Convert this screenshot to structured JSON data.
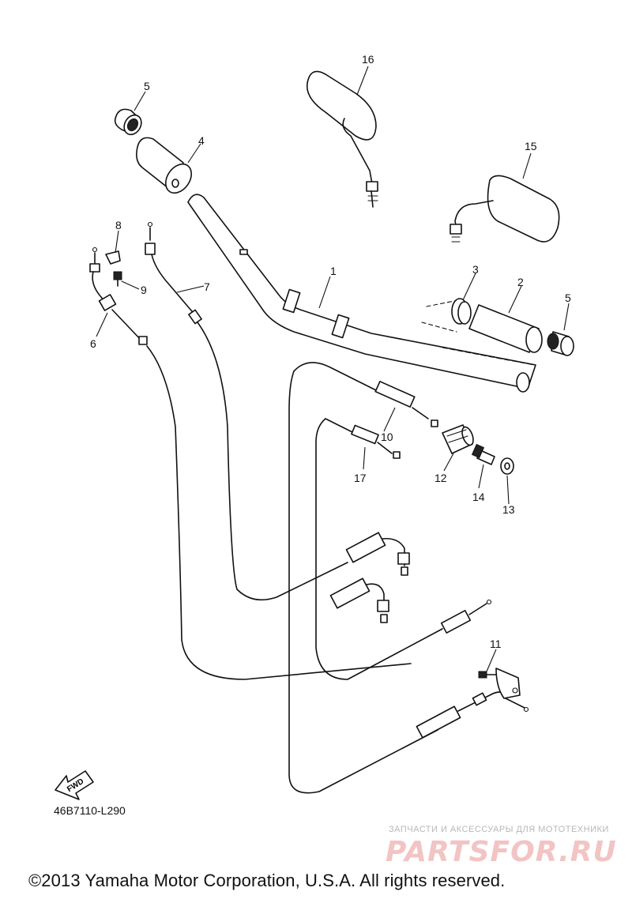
{
  "diagram": {
    "callouts": [
      "1",
      "2",
      "3",
      "4",
      "5",
      "5",
      "6",
      "7",
      "8",
      "9",
      "10",
      "11",
      "12",
      "13",
      "14",
      "15",
      "16",
      "17"
    ],
    "direction_badge": "FWD",
    "drawing_code": "46B7110-L290",
    "copyright": "©2013 Yamaha Motor Corporation, U.S.A. All rights reserved."
  },
  "watermark": {
    "tagline": "ЗАПЧАСТИ И АКСЕССУАРЫ ДЛЯ МОТОТЕХНИКИ",
    "logo_text": "PARTSFOR.RU"
  }
}
